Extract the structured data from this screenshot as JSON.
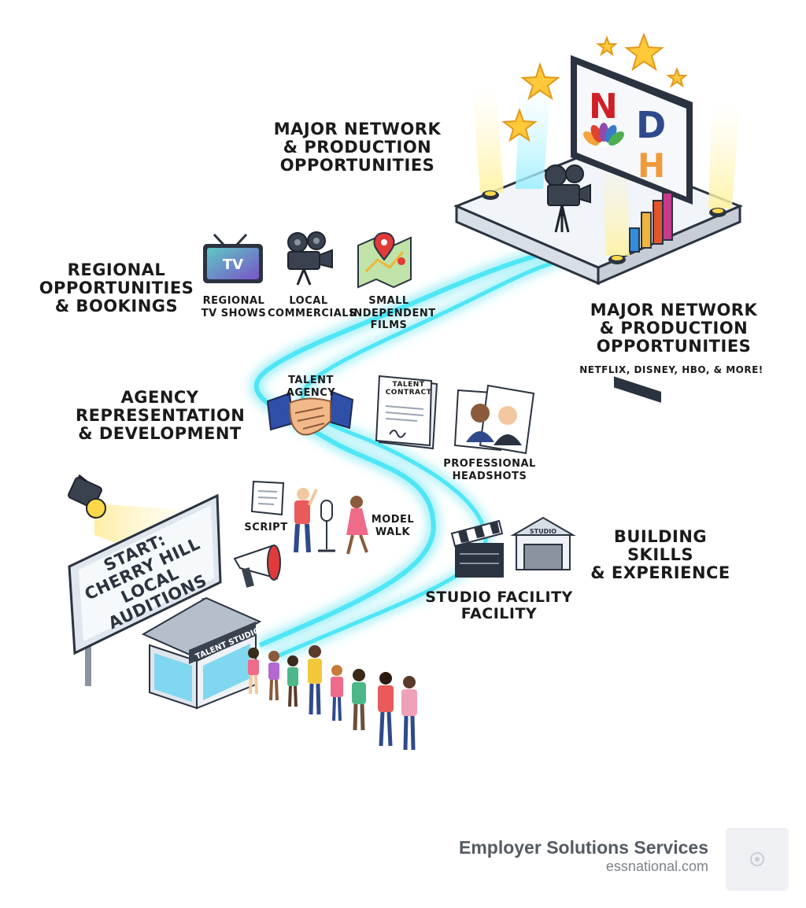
{
  "stages": {
    "major_network_top": "MAJOR NETWORK\n& PRODUCTION\nOPPORTUNITIES",
    "regional": "REGIONAL\nOPPORTUNITIES\n& BOOKINGS",
    "major_network_right": "MAJOR NETWORK\n& PRODUCTION\nOPPORTUNITIES",
    "major_network_sub": "NETFLIX, DISNEY, HBO, & MORE!",
    "agency": "AGENCY\nREPRESENTATION\n& DEVELOPMENT",
    "building": "BUILDING SKILLS\n& EXPERIENCE",
    "studio_facility": "STUDIO FACILITY\nFACILITY",
    "start_sign": "START:\nCHERRY HILL\nLOCAL AUDITIONS"
  },
  "items": {
    "tv_icon_text": "TV",
    "regional_tv": "REGIONAL\nTV SHOWS",
    "local_commercials": "LOCAL\nCOMMERCIALS",
    "small_films": "SMALL\nINDEPENDENT\nFILMS",
    "talent_agency": "TALENT\nAGENCY",
    "talent_contract": "TALENT\nCONTRACT",
    "headshots": "PROFESSIONAL\nHEADSHOTS",
    "script": "SCRIPT",
    "model_walk": "MODEL\nWALK",
    "studio_sign": "STUDIO",
    "talent_studio_sign": "TALENT STUDIO"
  },
  "logos": {
    "n": "N",
    "d": "D",
    "h": "H"
  },
  "brand": {
    "name": "Employer Solutions Services",
    "url": "essnational.com"
  },
  "colors": {
    "path_glow": "#3fe0f0",
    "star": "#ffc93a",
    "text": "#1a1a1a"
  }
}
